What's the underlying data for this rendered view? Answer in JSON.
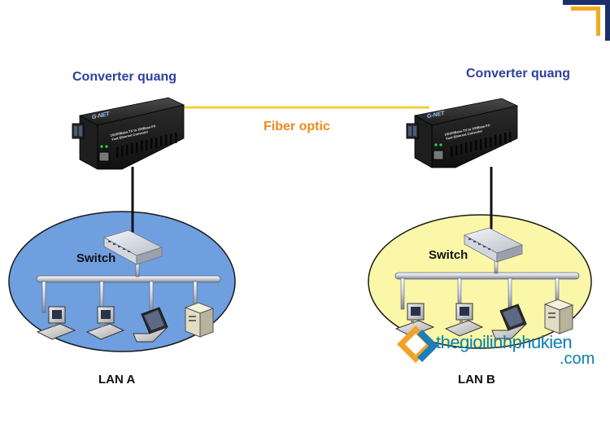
{
  "converter_left": {
    "title": "Converter quang",
    "brand": "G-NET",
    "text_line1": "10/100Base-TX to 100Base-FX",
    "text_line2": "Fast Ethernet Converter"
  },
  "converter_right": {
    "title": "Converter quang",
    "brand": "G-NET",
    "text_line1": "10/100Base-TX to 100Base-FX",
    "text_line2": "Fast Ethernet Converter"
  },
  "link_label": "Fiber optic",
  "lan_a": {
    "switch_label": "Switch",
    "name": "LAN A",
    "color": "#6f9fdf"
  },
  "lan_b": {
    "switch_label": "Switch",
    "name": "LAN B",
    "color": "#fbf7a8"
  },
  "watermark": {
    "line1": "thegioilinhphukien",
    "line2": ".com"
  },
  "colors": {
    "fiber_line": "#f0cf3a",
    "title_blue": "#2e3f9e",
    "fiber_text": "#ef8a1c",
    "corner_navy": "#1b2f6b",
    "corner_gold": "#f2a922"
  }
}
